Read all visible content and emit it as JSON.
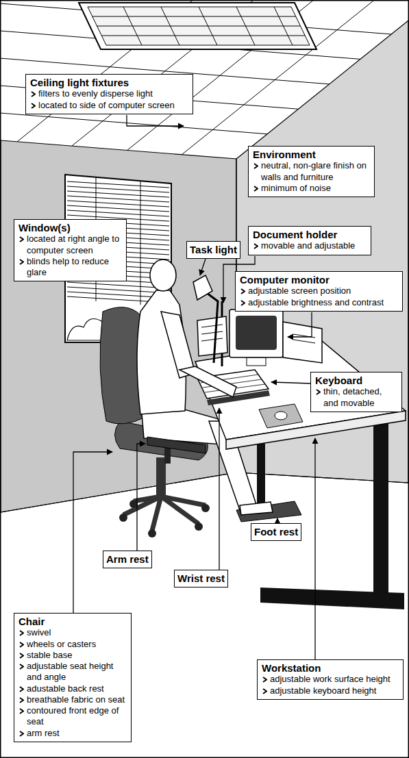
{
  "diagram": {
    "nodes": [
      {
        "text": [
          "Ceiling light fixtures",
          "filters to evenly disperse light",
          "located to side of computer screen"
        ]
      },
      {
        "text": [
          "Environment",
          "neutral, non-glare finish on walls and furniture",
          "minimum of noise"
        ]
      },
      {
        "text": [
          "Document holder",
          "movable and adjustable"
        ]
      },
      {
        "text": [
          "Window(s)",
          "located at right angle to computer screen",
          "blinds help to reduce glare"
        ]
      },
      {
        "text": [
          "Task light"
        ]
      },
      {
        "text": [
          "Computer monitor",
          "adjustable screen position",
          "adjustable brightness and contrast"
        ]
      },
      {
        "text": [
          "Keyboard",
          "thin, detached, and movable"
        ]
      },
      {
        "text": [
          "Foot rest"
        ]
      },
      {
        "text": [
          "Arm rest"
        ]
      },
      {
        "text": [
          "Wrist rest"
        ]
      },
      {
        "text": [
          "Chair",
          "swivel",
          "wheels or casters",
          "stable base",
          "adjustable seat height and angle",
          "adustable back rest",
          "breathable fabric on seat",
          "contoured front edge of seat",
          "arm rest"
        ]
      },
      {
        "text": [
          "Workstation",
          "adjustable work surface height",
          "adjustable keyboard height"
        ]
      }
    ]
  }
}
